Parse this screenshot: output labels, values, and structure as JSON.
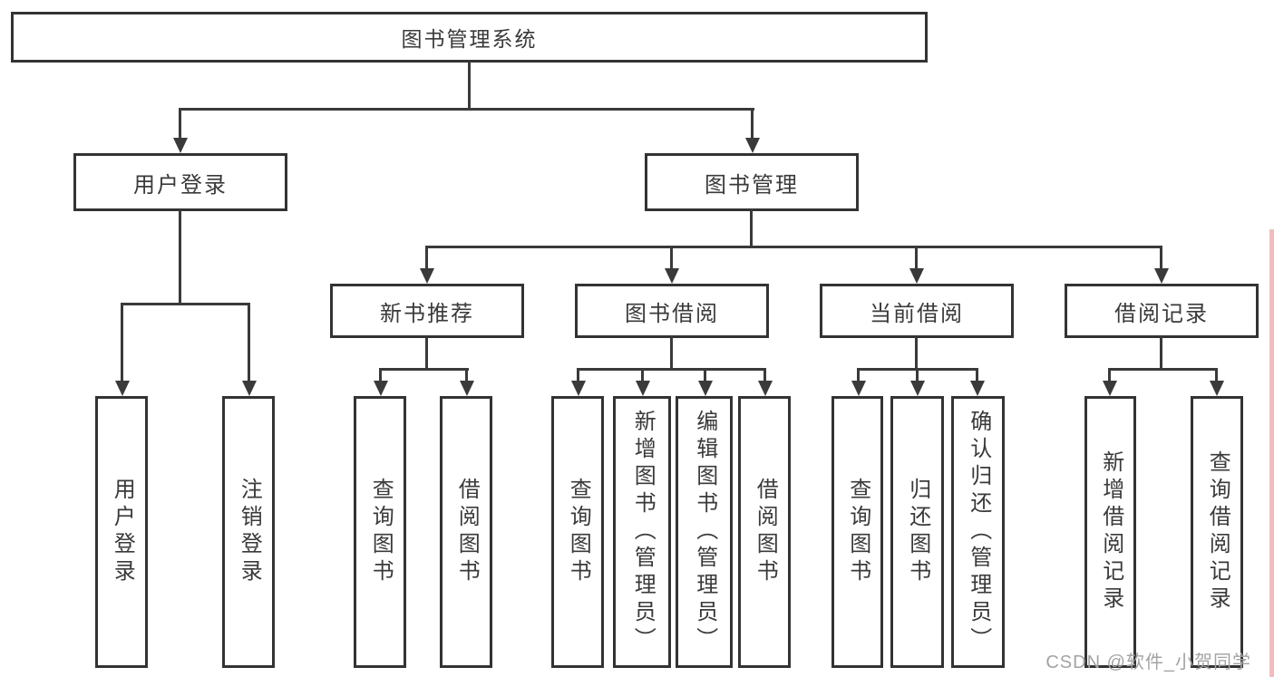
{
  "tree": {
    "label": "图书管理系统",
    "children": [
      {
        "label": "用户登录",
        "children": [
          {
            "label": "用户登录"
          },
          {
            "label": "注销登录"
          }
        ]
      },
      {
        "label": "图书管理",
        "children": [
          {
            "label": "新书推荐",
            "children": [
              {
                "label": "查询图书"
              },
              {
                "label": "借阅图书"
              }
            ]
          },
          {
            "label": "图书借阅",
            "children": [
              {
                "label": "查询图书"
              },
              {
                "label": "新增图书（管理员）"
              },
              {
                "label": "编辑图书（管理员）"
              },
              {
                "label": "借阅图书"
              }
            ]
          },
          {
            "label": "当前借阅",
            "children": [
              {
                "label": "查询图书"
              },
              {
                "label": "归还图书"
              },
              {
                "label": "确认归还（管理员）"
              }
            ]
          },
          {
            "label": "借阅记录",
            "children": [
              {
                "label": "新增借阅记录"
              },
              {
                "label": "查询借阅记录"
              }
            ]
          }
        ]
      }
    ]
  },
  "watermark": {
    "text": "CSDN @软件_小贺同学"
  },
  "colors": {
    "line": "#3a3a3a",
    "box_border": "#333333",
    "text": "#3a3a3a",
    "watermark_text": "#a3a3a3",
    "right_strip": "#f3bcbc",
    "background": "#ffffff"
  }
}
